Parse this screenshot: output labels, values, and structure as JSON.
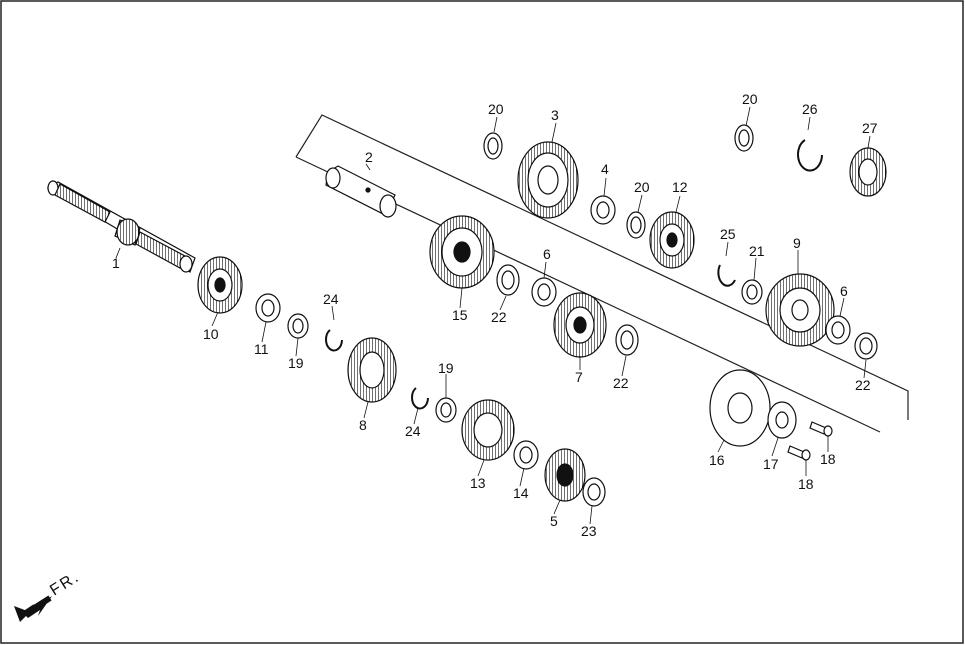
{
  "diagram": {
    "direction_label": "FR.",
    "callouts": [
      "1",
      "2",
      "3",
      "4",
      "5",
      "6",
      "6",
      "7",
      "8",
      "9",
      "10",
      "11",
      "12",
      "13",
      "14",
      "15",
      "16",
      "17",
      "18",
      "18",
      "19",
      "19",
      "20",
      "20",
      "20",
      "21",
      "22",
      "22",
      "22",
      "23",
      "24",
      "24",
      "25",
      "26",
      "27"
    ]
  }
}
